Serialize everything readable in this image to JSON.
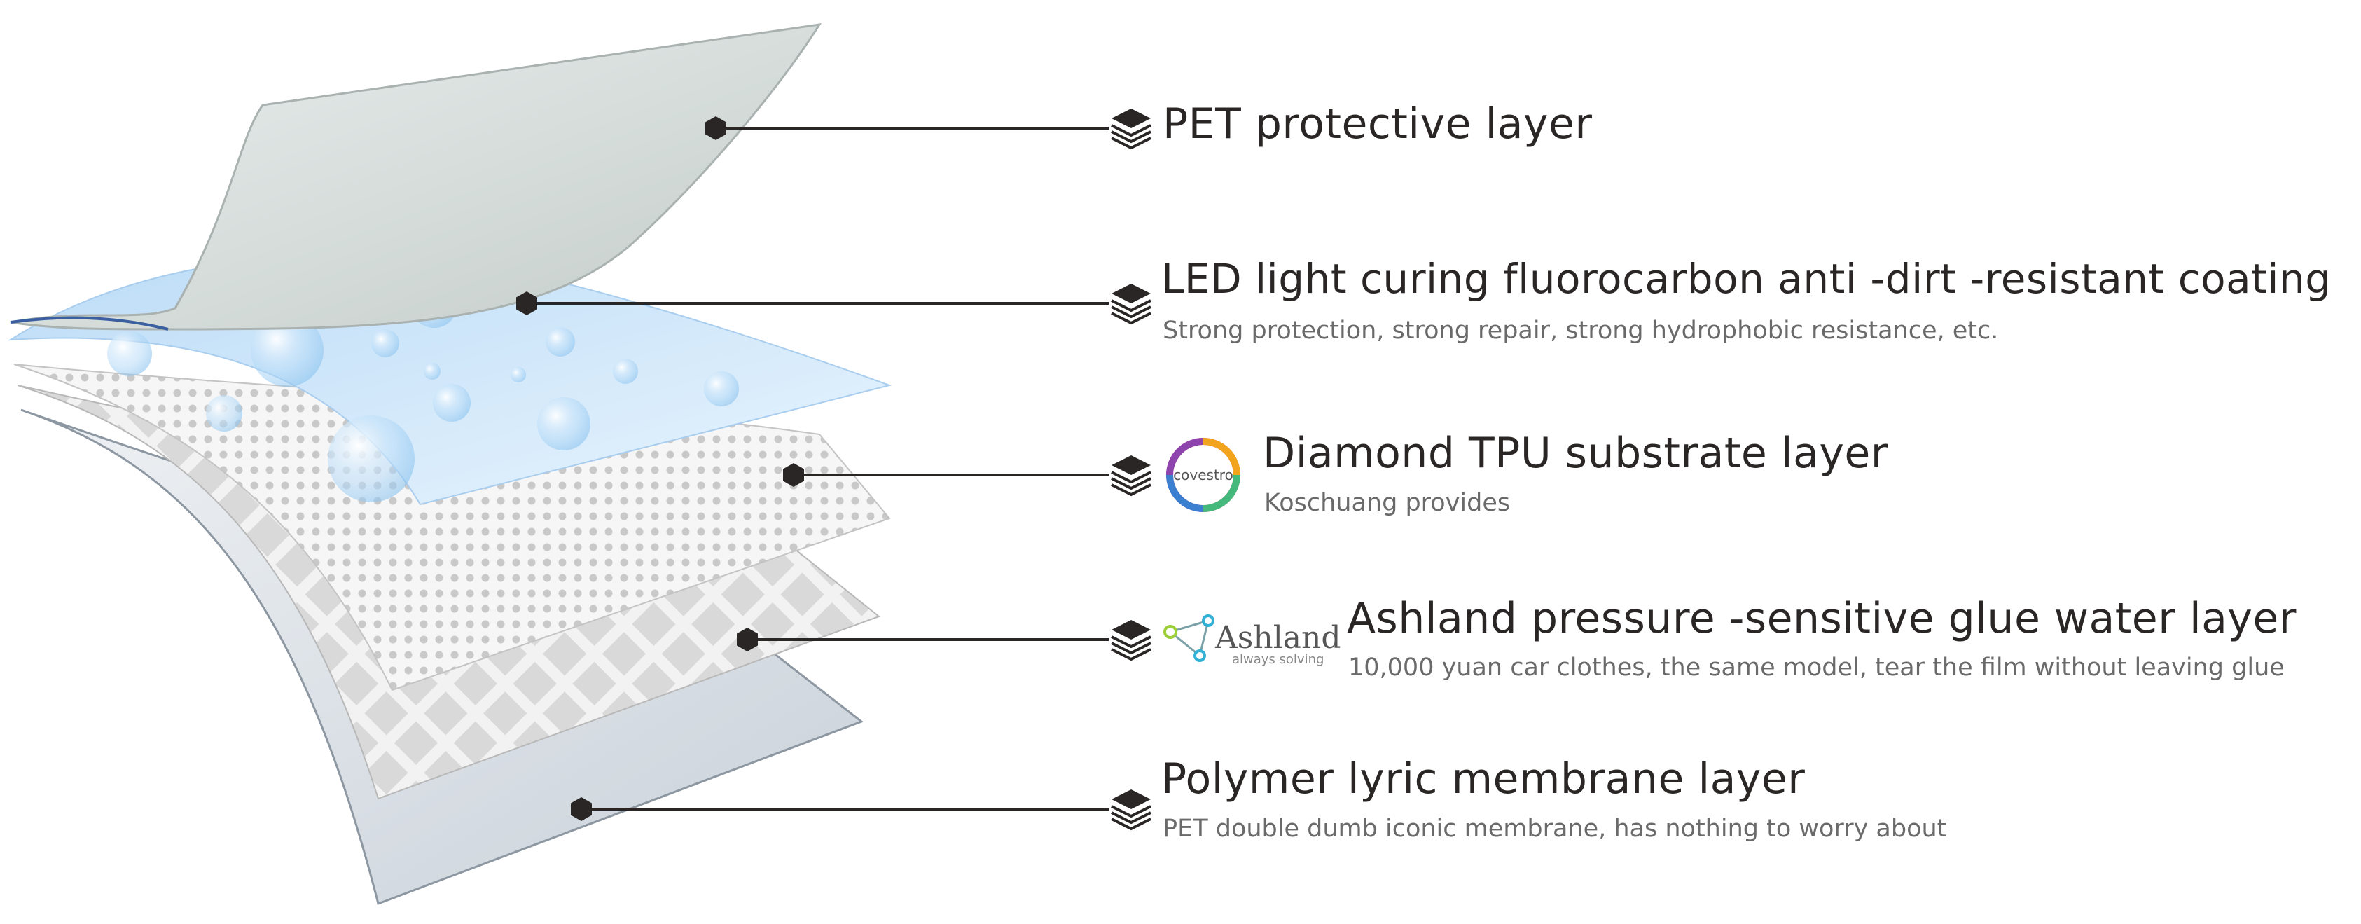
{
  "layers": [
    {
      "id": "pet",
      "title": "PET protective layer",
      "subtitle": ""
    },
    {
      "id": "led",
      "title": "LED light curing fluorocarbon anti -dirt -resistant coating",
      "subtitle": "Strong protection, strong repair, strong hydrophobic resistance, etc."
    },
    {
      "id": "tpu",
      "title": "Diamond TPU substrate layer",
      "subtitle": "Koschuang provides"
    },
    {
      "id": "glue",
      "title": "Ashland pressure -sensitive glue water layer",
      "subtitle": "10,000 yuan car clothes, the same model, tear the film without leaving glue"
    },
    {
      "id": "polymer",
      "title": "Polymer lyric membrane layer",
      "subtitle": "PET double dumb iconic membrane, has nothing to worry about"
    }
  ],
  "logos": {
    "covestro": "covestro",
    "ashland_name": "Ashland",
    "ashland_tagline": "always solving"
  },
  "icons": {
    "pointer": "hexagon-marker-icon",
    "layer": "stacked-layers-icon"
  },
  "colors": {
    "leader_line": "#2a2626",
    "title_text": "#2a2626",
    "subtitle_text": "#6a6a6a",
    "coating_blue": "#cfe6fb",
    "film_gray": "#dde3e3"
  }
}
